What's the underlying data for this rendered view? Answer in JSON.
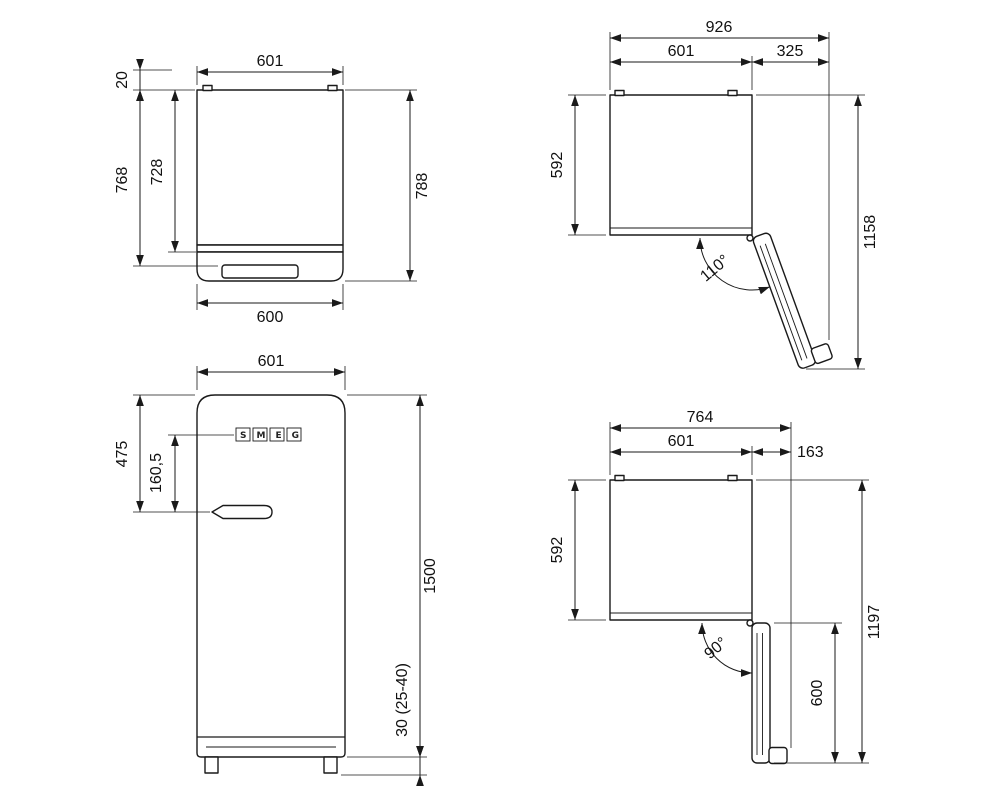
{
  "colors": {
    "line": "#1a1a1a",
    "background": "#ffffff"
  },
  "views": {
    "plan_closed": {
      "width_top": "601",
      "clearance_top": "20",
      "depth_door": "768",
      "depth_cabinet": "728",
      "depth_total": "788",
      "width_bottom": "600"
    },
    "plan_open_110": {
      "width_total": "926",
      "width_cabinet": "601",
      "door_projection": "325",
      "depth_cabinet": "592",
      "depth_total": "1158",
      "open_angle": "110°"
    },
    "front": {
      "width": "601",
      "handle_from_top": "475",
      "handle_to_logo": "160,5",
      "height": "1500",
      "feet_height": "30 (25-40)",
      "logo": "SMEG"
    },
    "plan_open_90": {
      "width_total": "764",
      "width_cabinet": "601",
      "door_projection": "163",
      "depth_cabinet": "592",
      "depth_total": "1197",
      "door_width": "600",
      "open_angle": "90°"
    }
  }
}
